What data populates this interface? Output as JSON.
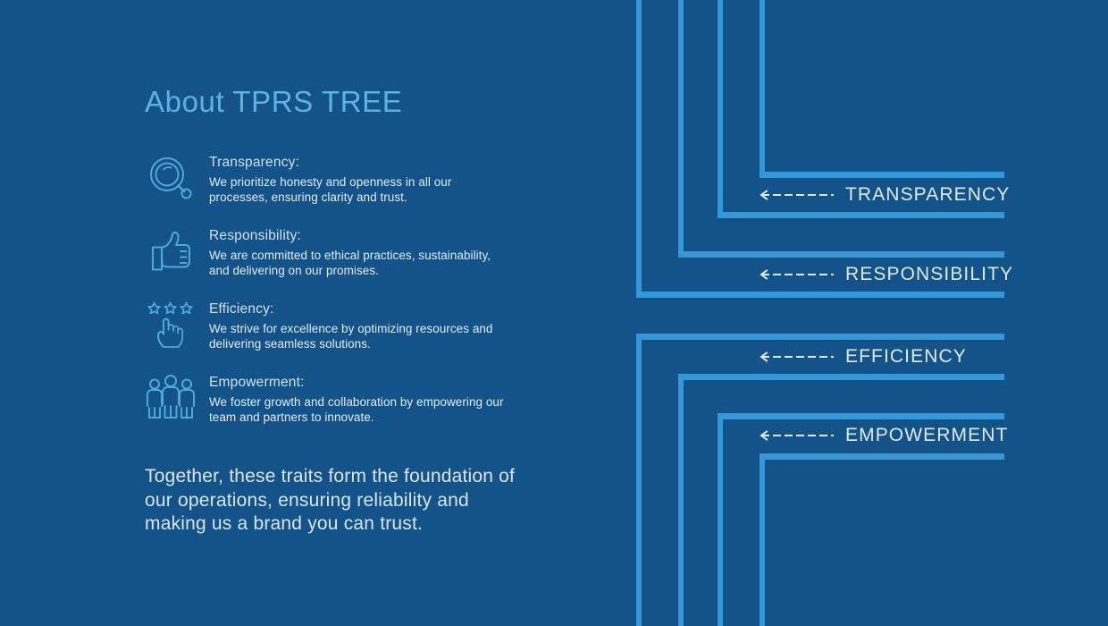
{
  "page": {
    "title": "About TPRS TREE",
    "background_color": "#14538a",
    "accent_color": "#3498d8",
    "title_color": "#5cb2e6",
    "text_color": "#e2ecf5"
  },
  "features": [
    {
      "icon": "magnifier-icon",
      "title": "Transparency:",
      "description": "We prioritize honesty and openness in all our processes, ensuring clarity and trust."
    },
    {
      "icon": "thumbs-up-icon",
      "title": "Responsibility:",
      "description": "We are committed to ethical practices, sustainability, and delivering on our promises."
    },
    {
      "icon": "stars-hand-icon",
      "title": "Efficiency:",
      "description": "We strive for excellence by optimizing resources and delivering seamless solutions."
    },
    {
      "icon": "people-group-icon",
      "title": "Empowerment:",
      "description": "We foster growth and collaboration by empowering our team and partners to innovate."
    }
  ],
  "closing_statement": "Together, these traits form the foundation of our operations, ensuring reliability and making us a brand you can trust.",
  "diagram": {
    "labels": [
      {
        "text": "TRANSPARENCY",
        "arrow": "dashed-left-arrow"
      },
      {
        "text": "RESPONSIBILITY",
        "arrow": "dashed-left-arrow"
      },
      {
        "text": "EFFICIENCY",
        "arrow": "dashed-left-arrow"
      },
      {
        "text": "EMPOWERMENT",
        "arrow": "dashed-left-arrow"
      }
    ]
  }
}
